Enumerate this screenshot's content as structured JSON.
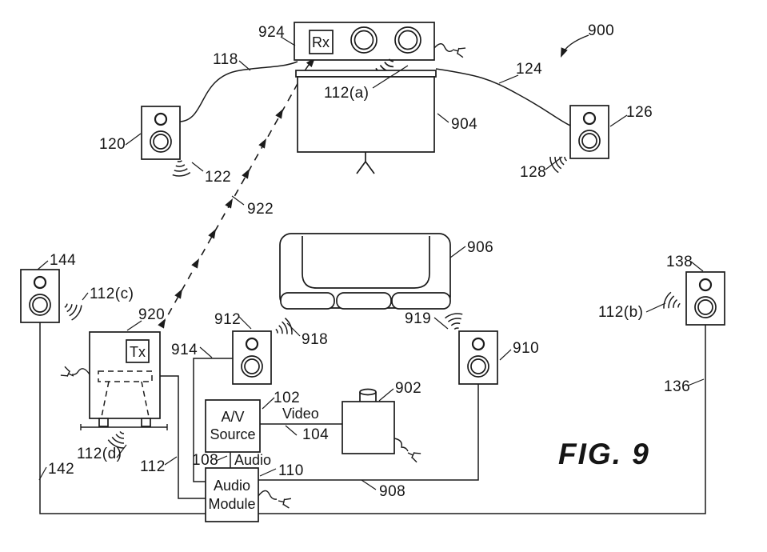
{
  "colors": {
    "ink": "#1b1b1b",
    "background": "#ffffff"
  },
  "figure_label": "FIG. 9",
  "labels": {
    "l900": "900",
    "l902": "902",
    "l904": "904",
    "l906": "906",
    "l908": "908",
    "l910": "910",
    "l912": "912",
    "l914": "914",
    "l918": "918",
    "l919": "919",
    "l920": "920",
    "l922": "922",
    "l924": "924",
    "l102": "102",
    "l104": "104",
    "l108": "108",
    "l110": "110",
    "l112": "112",
    "l118": "118",
    "l120": "120",
    "l122": "122",
    "l124": "124",
    "l126": "126",
    "l128": "128",
    "l136": "136",
    "l138": "138",
    "l142": "142",
    "l144": "144",
    "l112a": "112(a)",
    "l112b": "112(b)",
    "l112c": "112(c)",
    "l112d": "112(d)"
  },
  "boxes": {
    "receiver": "Rx",
    "transmitter": "Tx",
    "av_source": [
      "A/V",
      "Source"
    ],
    "audio_module": [
      "Audio",
      "Module"
    ]
  },
  "connection_labels": {
    "video": "Video",
    "audio": "Audio"
  }
}
